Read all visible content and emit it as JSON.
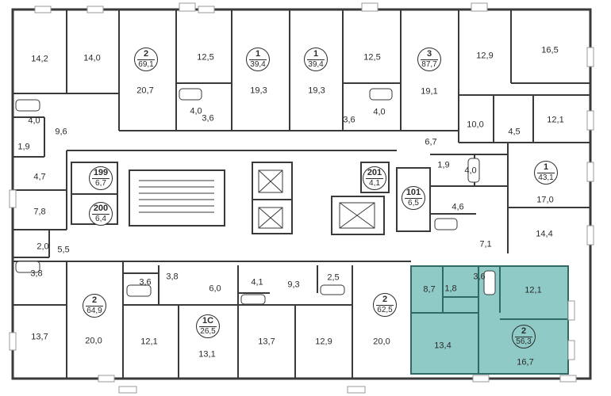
{
  "colors": {
    "wall": "#3a3a3a",
    "selected_fill": "#8fcac6",
    "selected_wall": "#2e6b66",
    "window": "#9a9a9a"
  },
  "apartments": [
    {
      "id": "apt-2-69",
      "number": "2",
      "area": "69,1"
    },
    {
      "id": "apt-1-39a",
      "number": "1",
      "area": "39,4"
    },
    {
      "id": "apt-1-39b",
      "number": "1",
      "area": "39,4"
    },
    {
      "id": "apt-3-87",
      "number": "3",
      "area": "87,7"
    },
    {
      "id": "apt-1-43",
      "number": "1",
      "area": "43,1"
    },
    {
      "id": "apt-2-64",
      "number": "2",
      "area": "64,9"
    },
    {
      "id": "apt-1c-26",
      "number": "1C",
      "area": "26,5"
    },
    {
      "id": "apt-2-62",
      "number": "2",
      "area": "62,5"
    },
    {
      "id": "apt-2-56",
      "number": "2",
      "area": "56,3",
      "selected": true
    }
  ],
  "service_rooms": [
    {
      "number": "199",
      "area": "6,7"
    },
    {
      "number": "200",
      "area": "6,4"
    },
    {
      "number": "201",
      "area": "4,1"
    },
    {
      "number": "101",
      "area": "6,5"
    }
  ],
  "room_areas": [
    "14,2",
    "14,0",
    "20,7",
    "12,5",
    "19,3",
    "19,3",
    "12,5",
    "19,1",
    "12,9",
    "16,5",
    "4,0",
    "3,6",
    "3,6",
    "4,0",
    "10,0",
    "4,5",
    "12,1",
    "4,0",
    "9,6",
    "1,9",
    "6,7",
    "4,7",
    "1,9",
    "4,0",
    "17,0",
    "7,8",
    "4,6",
    "2,0",
    "5,5",
    "7,1",
    "14,4",
    "3,8",
    "3,6",
    "3,8",
    "6,0",
    "4,1",
    "9,3",
    "2,5",
    "8,7",
    "1,8",
    "3,6",
    "12,1",
    "13,7",
    "20,0",
    "12,1",
    "13,1",
    "13,7",
    "12,9",
    "20,0",
    "13,4",
    "16,7"
  ]
}
